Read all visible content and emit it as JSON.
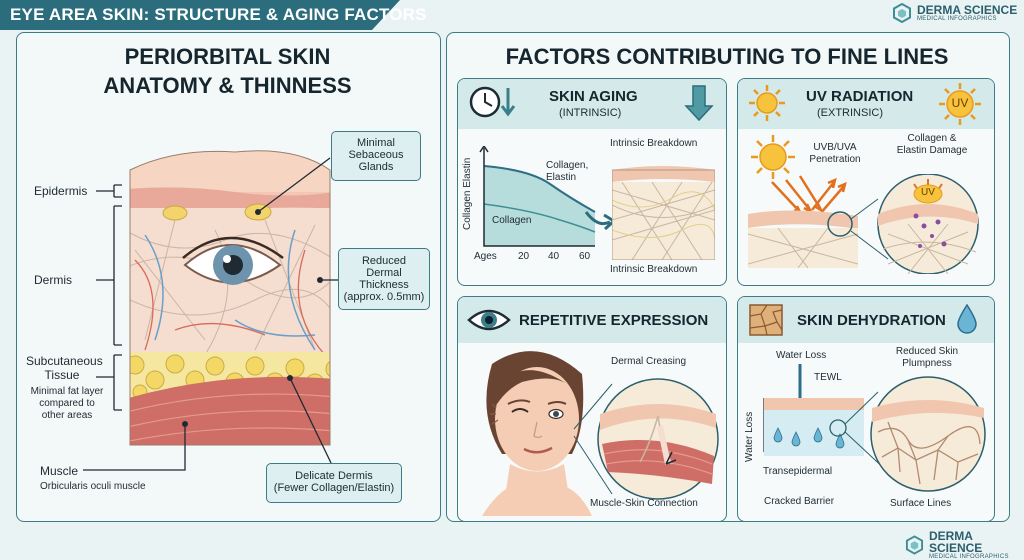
{
  "banner": {
    "title": "EYE AREA SKIN: STRUCTURE & AGING FACTORS"
  },
  "brand": {
    "name": "DERMA SCIENCE",
    "sub": "MEDICAL INFOGRAPHICS"
  },
  "left_panel": {
    "title_line1": "PERIORBITAL SKIN",
    "title_line2": "ANATOMY & THINNESS",
    "labels": {
      "epidermis": "Epidermis",
      "dermis": "Dermis",
      "subcutaneous_1": "Subcutaneous",
      "subcutaneous_2": "Tissue",
      "sub_note_1": "Minimal fat layer",
      "sub_note_2": "compared to",
      "sub_note_3": "other areas",
      "muscle": "Muscle",
      "muscle_note": "Orbicularis oculi muscle"
    },
    "callouts": {
      "sebaceous_1": "Minimal",
      "sebaceous_2": "Sebaceous",
      "sebaceous_3": "Glands",
      "thickness_1": "Reduced",
      "thickness_2": "Dermal",
      "thickness_3": "Thickness",
      "thickness_4": "(approx. 0.5mm)",
      "delicate_1": "Delicate Dermis",
      "delicate_2": "(Fewer Collagen/Elastin)"
    }
  },
  "right_title": "FACTORS CONTRIBUTING TO FINE LINES",
  "skin_aging": {
    "title": "SKIN AGING",
    "sub": "(INTRINSIC)",
    "top_label": "Intrinsic Breakdown",
    "bottom_label": "Intrinsic Breakdown",
    "chart": {
      "ylabel": "Collagen Elastin",
      "xlabel": "Ages",
      "ticks": [
        "20",
        "40",
        "60"
      ],
      "upper_label_1": "Collagen,",
      "upper_label_2": "Elastin",
      "lower_label": "Collagen"
    },
    "colors": {
      "area": "#b7dcdc",
      "line": "#2f6f86"
    }
  },
  "uv": {
    "title": "UV RADIATION",
    "sub": "(EXTRINSIC)",
    "badge": "UV",
    "small_badge": "UV",
    "label_pen_1": "UVB/UVA",
    "label_pen_2": "Penetration",
    "label_dmg_1": "Collagen &",
    "label_dmg_2": "Elastin Damage"
  },
  "expression": {
    "title": "REPETITIVE EXPRESSION",
    "label_crease": "Dermal Creasing",
    "label_connection": "Muscle-Skin Connection"
  },
  "dehydration": {
    "title": "SKIN DEHYDRATION",
    "label_water": "Water Loss",
    "label_tewl": "TEWL",
    "label_axis": "Water Loss",
    "label_trans": "Transepidermal",
    "label_barrier": "Cracked Barrier",
    "label_plump_1": "Reduced Skin",
    "label_plump_2": "Plumpness",
    "label_surface": "Surface Lines"
  }
}
